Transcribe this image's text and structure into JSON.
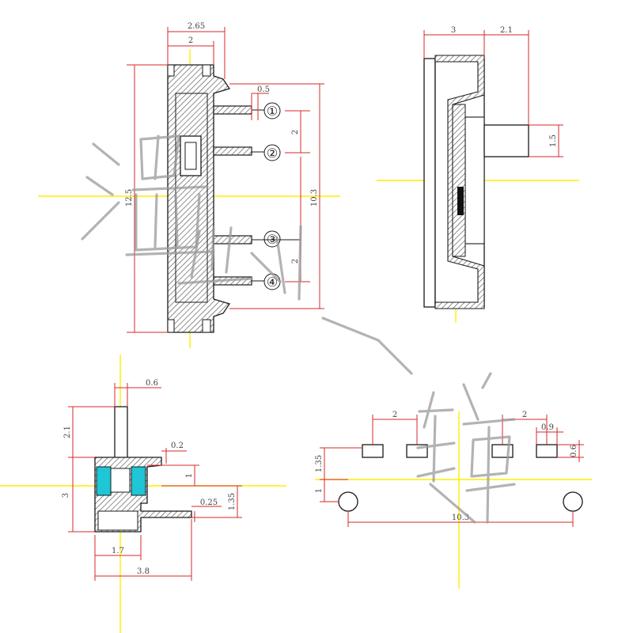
{
  "front_view": {
    "dim_top_outer": "2.65",
    "dim_top_inner": "2",
    "dim_pin_gap": "0.5",
    "dim_pitch_upper": "2",
    "dim_pitch_lower": "2",
    "dim_height": "12.5",
    "dim_span": "10.3",
    "pins": [
      "①",
      "②",
      "③",
      "④"
    ]
  },
  "side_view": {
    "dim_body": "3",
    "dim_actuator_len": "2.1",
    "dim_actuator_w": "1.5"
  },
  "end_view": {
    "dim_actuator_w": "0.6",
    "dim_actuator_h": "2.1",
    "dim_gap": "0.2",
    "dim_body_h": "3",
    "dim_step": "1",
    "dim_thickness": "0.25",
    "dim_lead_h": "1.35",
    "dim_inner_w": "1.7",
    "dim_total_w": "3.8"
  },
  "bottom_view": {
    "dim_pitch_left": "2",
    "dim_pitch_right": "2",
    "dim_pad_w": "0.9",
    "dim_pad_h": "0.6",
    "dim_left_h": "1.35",
    "dim_left_step": "1",
    "dim_span": "10.3"
  },
  "colors": {
    "outline": "#1a1a1a",
    "dimension": "#d42a2a",
    "centerline": "#ffee00",
    "slider_fill": "#1ec6d6"
  }
}
